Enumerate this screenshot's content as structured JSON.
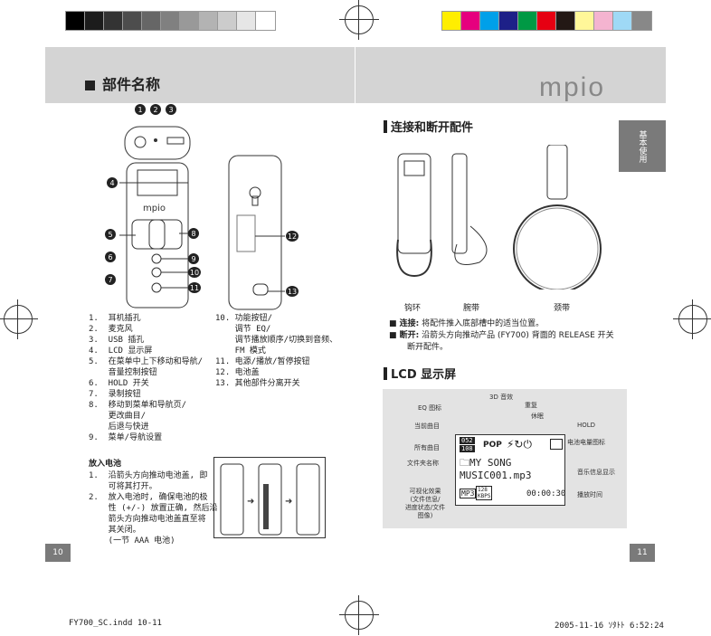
{
  "colors": {
    "grays": [
      "#000000",
      "#1c1c1c",
      "#333333",
      "#4d4d4d",
      "#666666",
      "#808080",
      "#999999",
      "#b3b3b3",
      "#cccccc",
      "#e6e6e6",
      "#ffffff"
    ],
    "process": [
      "#ffee00",
      "#e6007e",
      "#00a0e9",
      "#1d2088",
      "#009944",
      "#e60012",
      "#231815",
      "#fff799",
      "#f4b4d0",
      "#9fd9f6",
      "#888888"
    ]
  },
  "header": {
    "title": "部件名称",
    "brand": "mpio"
  },
  "side_tab": "基本使用",
  "parts_list": [
    "1.  耳机插孔",
    "2.  麦克风",
    "3.  USB 插孔",
    "4.  LCD 显示屏",
    "5.  在菜单中上下移动和导航/",
    "    音量控制按钮",
    "6.  HOLD 开关",
    "7.  录制按钮",
    "8.  移动到菜单和导航页/",
    "    更改曲目/",
    "    后退与快进",
    "9.  菜单/导航设置"
  ],
  "parts_list2": [
    "10. 功能按钮/",
    "    调节 EQ/",
    "    调节播放顺序/切换到音频、",
    "    FM 模式",
    "11. 电源/播放/暂停按钮",
    "12. 电池盖",
    "13. 其他部件分离开关"
  ],
  "battery": {
    "heading": "放入电池",
    "items": [
      "1.  沿箭头方向推动电池盖, 即",
      "    可将其打开。",
      "2.  放入电池时, 确保电池的极",
      "    性 (+/-) 放置正确, 然后沿",
      "    箭头方向推动电池盖直至将",
      "    其关闭。",
      "    (一节 AAA 电池)"
    ]
  },
  "connect": {
    "heading": "连接和断开配件",
    "labels": [
      "钩环",
      "腕带",
      "颈带"
    ],
    "bullets": [
      {
        "key": "连接:",
        "text": "将配件推入底部槽中的适当位置。"
      },
      {
        "key": "断开:",
        "text": "沿箭头方向推动产品 (FY700) 背面的 RELEASE 开关"
      },
      {
        "key": "",
        "text": "断开配件。"
      }
    ]
  },
  "lcd": {
    "heading": "LCD 显示屏",
    "callouts": {
      "eq": "EQ 图标",
      "sound3d": "3D 音效",
      "repeat": "重复",
      "sleep": "休眠",
      "current": "当前曲目",
      "hold": "HOLD",
      "total": "所有曲目",
      "battery": "电池电量图标",
      "folder": "文件夹名称",
      "music_info": "音乐信息显示",
      "visual": "可视化效果\n(文件信息/\n进度状态/文件\n图像)",
      "time": "播放时间"
    },
    "screen": {
      "track_top": "052",
      "track_bottom": "108",
      "eq": "POP",
      "folder": "MY SONG",
      "file": "MUSIC001.mp3",
      "format": "MP3",
      "bitrate_top": "128",
      "bitrate_bottom": "KBPS",
      "time": "00:00:30"
    }
  },
  "nums": [
    "1",
    "2",
    "3",
    "4",
    "5",
    "6",
    "7",
    "8",
    "9",
    "10",
    "11",
    "12",
    "13"
  ],
  "pages": {
    "left": "10",
    "right": "11"
  },
  "footer": {
    "left": "FY700_SC.indd   10-11",
    "right": "2005-11-16   ｿﾀﾄﾄ 6:52:24"
  }
}
